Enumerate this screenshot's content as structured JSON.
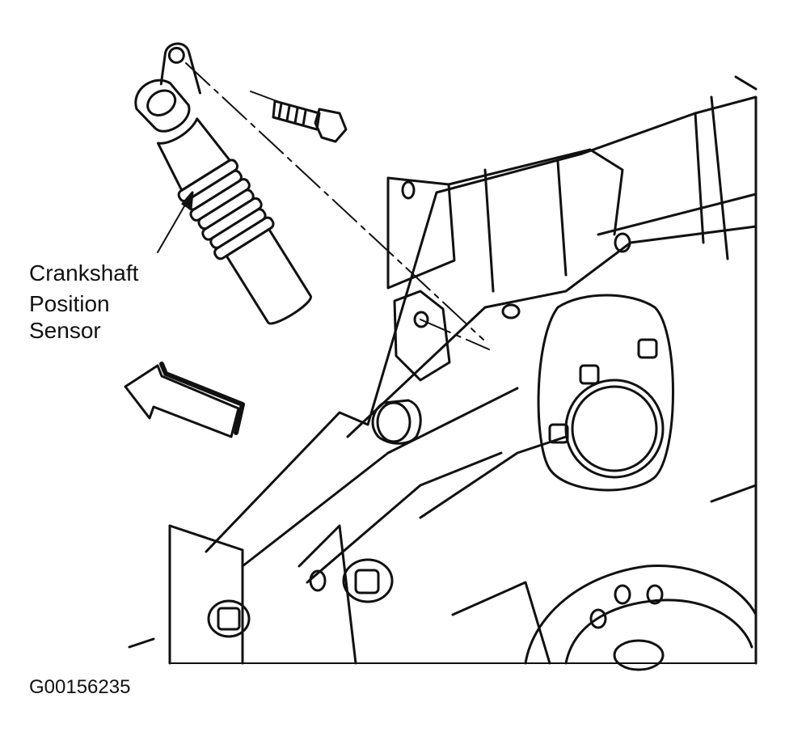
{
  "callout": {
    "line1": "Crankshaft",
    "line2": "Position",
    "line3": "Sensor"
  },
  "figure_id": "G00156235",
  "colors": {
    "ink": "#111111",
    "paper": "#ffffff"
  },
  "icons": [
    "bolt-icon",
    "direction-arrow-icon"
  ]
}
